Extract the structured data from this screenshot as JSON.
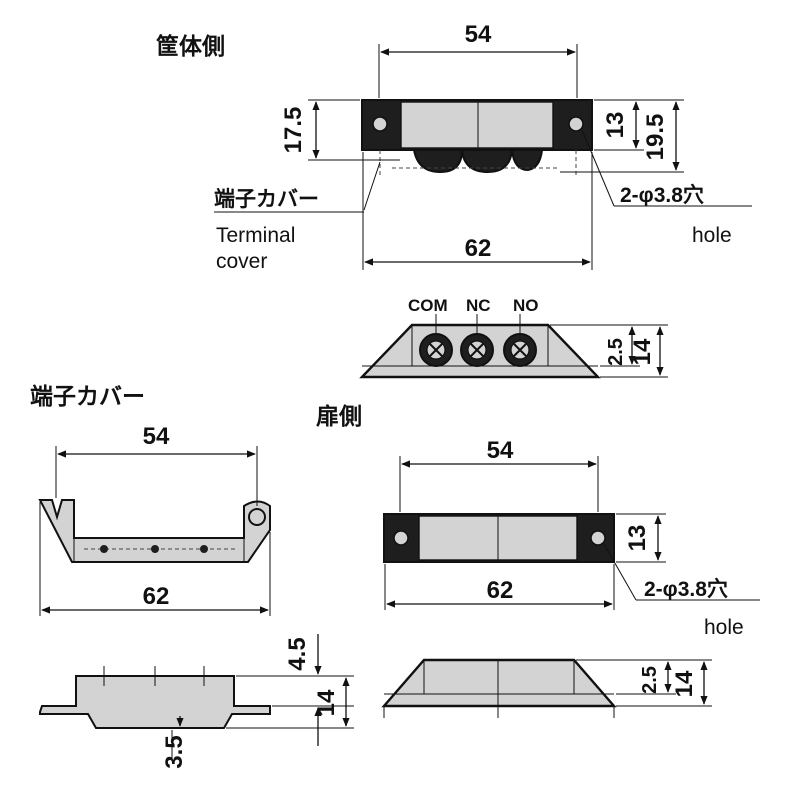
{
  "frame_side": {
    "title": "筐体側",
    "width_top": "54",
    "width_bottom": "62",
    "height_left": "17.5",
    "height_right_inner": "13",
    "height_right_outer": "19.5",
    "cover_label_jp": "端子カバー",
    "cover_label_en_1": "Terminal",
    "cover_label_en_2": "cover",
    "hole_label": "2-φ3.8穴",
    "hole_label_en": "hole"
  },
  "frame_side_profile": {
    "terminals": [
      "COM",
      "NC",
      "NO"
    ],
    "dim_small": "2.5",
    "dim_height": "14"
  },
  "terminal_cover": {
    "title": "端子カバー",
    "width_top": "54",
    "width_bottom": "62",
    "dim_upper": "4.5",
    "dim_height": "14",
    "dim_lower": "3.5"
  },
  "door_side": {
    "title": "扉側",
    "width_top": "54",
    "width_bottom": "62",
    "height_right": "13",
    "hole_label": "2-φ3.8穴",
    "hole_label_en": "hole",
    "dim_small": "2.5",
    "dim_height": "14"
  }
}
